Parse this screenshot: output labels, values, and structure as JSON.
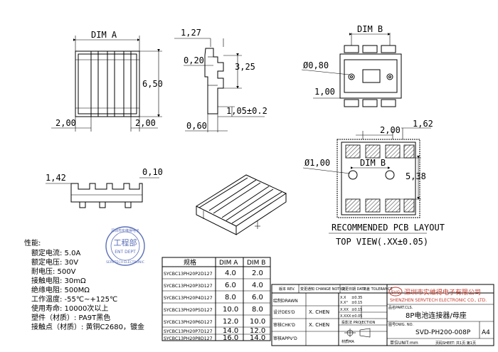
{
  "views": {
    "front": {
      "dim_a": "DIM A",
      "height": "6,50",
      "left_margin": "2,00",
      "right_margin": "2,00"
    },
    "side": {
      "top": "1,27",
      "thickness": "0,20",
      "height": "3,25",
      "offset": "1,05±0.2",
      "base": "0,60"
    },
    "top_small": {
      "dim_b": "DIM B",
      "hole": "Ø0,80",
      "pitch": "1,00"
    },
    "detail": {
      "left": "1,42",
      "right": "0,10"
    },
    "pcb": {
      "pitch": "2,00",
      "pad": "1,62",
      "hole": "Ø1,00",
      "dim_b": "DIM B",
      "span": "5,38",
      "title": "RECOMMENDED PCB LAYOUT",
      "top_view": "TOP VIEW(.XX±0.05)"
    }
  },
  "specs": {
    "heading": "性能:",
    "items": [
      "额定电流: 5.0A",
      "额定电压: 30V",
      "耐电压: 500V",
      "接触电阻: 30mΩ",
      "绝缘电阻: 500MΩ",
      "工作温度: -55℃~+125℃",
      "使用寿命: 10000次以上",
      "塑件（材质）: PA9T黑色",
      "接触点（材质）: 黄铜C2680，镀金"
    ]
  },
  "stamp": {
    "main": "工程部",
    "sub": "ENT DEPT",
    "ring_top": "深圳市实维得电子",
    "ring_bottom": "SERVTECH ELECTRONIC"
  },
  "table": {
    "headers": [
      "规格",
      "DIM A",
      "DIM B"
    ],
    "rows": [
      [
        "SYCBC13PH20P2D127",
        "4.0",
        "2.0"
      ],
      [
        "SYCBC13PH20P3D127",
        "6.0",
        "4.0"
      ],
      [
        "SYCBC13PH20P4D127",
        "8.0",
        "6.0"
      ],
      [
        "SYCBC13PH20P5D127",
        "10.0",
        "8.0"
      ],
      [
        "SYCBC13PH20P6D127",
        "12.0",
        "10.0"
      ],
      [
        "SYCBC13PH20P7D127",
        "14.0",
        "12.0"
      ],
      [
        "SYCBC13PH20P8D127",
        "16.0",
        "14.0"
      ]
    ]
  },
  "title_block": {
    "hdr_rev": "版本 REV.",
    "hdr_change": "变更通知 CHANGE NOTICE",
    "hdr_date": "变更日期 DATE",
    "hdr_tol": "公差 TOLERANCE",
    "drawn_label": "绘制DRAWN",
    "drawn_name": "X. CHEN",
    "design_label": "设计DES'D",
    "check_label": "审核CHK'D",
    "check_name": "X. CHEN",
    "approve_label": "审核APPV'D",
    "tol_x": "X.X",
    "tol_x_val": "±0.35",
    "tol_deg": "X.X°",
    "tol_deg_val": "±0.15",
    "tol_xx": "X.XX",
    "tol_xx_val": "±0.15",
    "tol_xxx": "X.XXX",
    "tol_xxx_val": "±0.05",
    "projection": "投影法 PROJECTION",
    "material": "材质MA",
    "company_logo": "SVG",
    "company_cn": "深圳市实维得电子有限公司",
    "company_en": "SHENZHEN SERVTECH ELECTRONIC CO., LTD.",
    "part_label": "品名PART.CLS.",
    "part_name": "8P电池连接器/母座",
    "part_no_label": "图号DWG. NO.",
    "part_no": "SVD-PH200-008P",
    "size": "A4",
    "unit_label": "单位UNIT:",
    "unit": "mm",
    "sheet": "页码SHEET:  共1页  第1页"
  }
}
